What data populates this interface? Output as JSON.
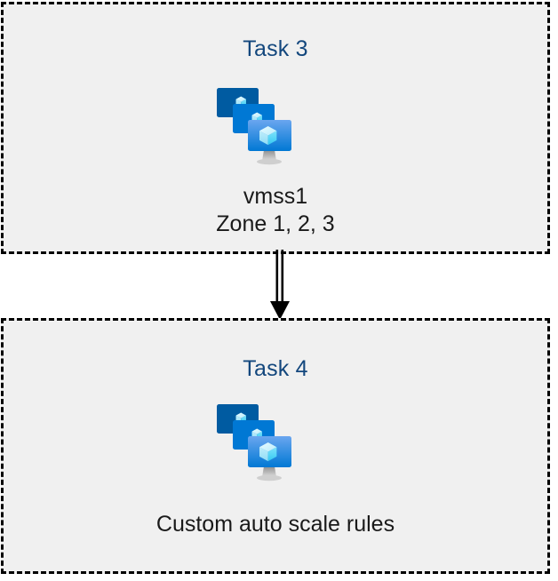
{
  "diagram": {
    "type": "azure-architecture-flow",
    "background_color": "#ffffff",
    "box_fill_color": "#f0f0f0",
    "box_border_color": "#000000",
    "title_color": "#13477d",
    "caption_color": "#1a1a1a",
    "boxes": [
      {
        "id": "task-3",
        "title": "Task 3",
        "icon": "azure-vm-scale-set-icon",
        "caption": "vmss1\nZone 1, 2, 3",
        "resource_name": "vmss1",
        "zones": "Zone 1, 2, 3"
      },
      {
        "id": "task-4",
        "title": "Task 4",
        "icon": "azure-vm-scale-set-icon",
        "caption": "Custom auto scale rules"
      }
    ],
    "connector": {
      "name": "double-line-down-arrow",
      "from": "task-3",
      "to": "task-4",
      "color": "#000000",
      "style": "double-line-with-solid-arrowhead"
    },
    "icon_colors": {
      "monitor_back": "#005ba1",
      "monitor_middle": "#0078d4",
      "monitor_front_top": "#6aa6ef",
      "monitor_front_bottom": "#0078d4",
      "cube_light": "#d9f4fd",
      "cube_mid": "#9ce4f7",
      "cube_accent": "#50e6ff",
      "stand_gray": "#a3a3a3"
    }
  }
}
